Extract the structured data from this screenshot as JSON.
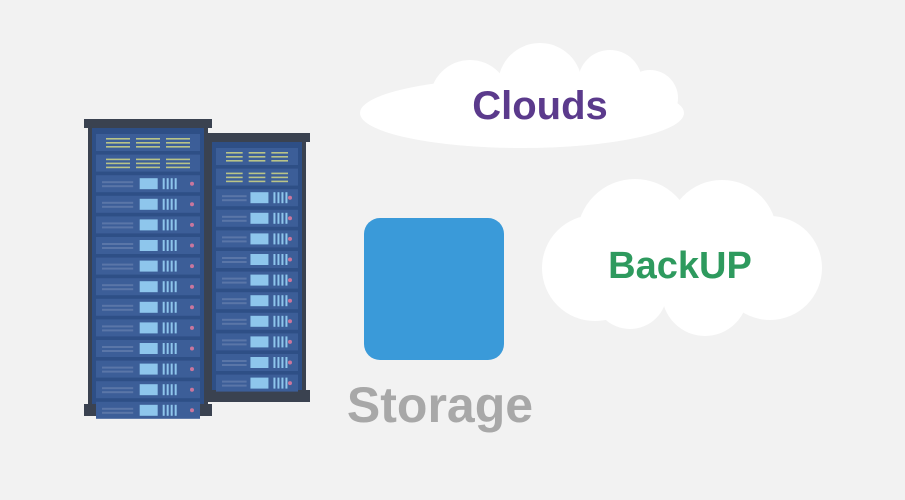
{
  "labels": {
    "clouds": "Clouds",
    "backup": "BackUP",
    "storage": "Storage"
  },
  "colors": {
    "background": "#f2f2f2",
    "cloud_fill": "#ffffff",
    "clouds_text": "#5b3a8c",
    "backup_text": "#2e9a5e",
    "storage_text": "#a8a8a8",
    "storage_block": "#3a9ad9",
    "rack_frame": "#3a4250",
    "rack_body": "#2e4f86",
    "rack_unit": "#3c5e98",
    "rack_display": "#8ec6ec",
    "rack_led": "#c9769d",
    "rack_vent": "#b9c487"
  },
  "icons": [
    "server-rack-icon",
    "cloud-icon",
    "storage-block-icon"
  ]
}
